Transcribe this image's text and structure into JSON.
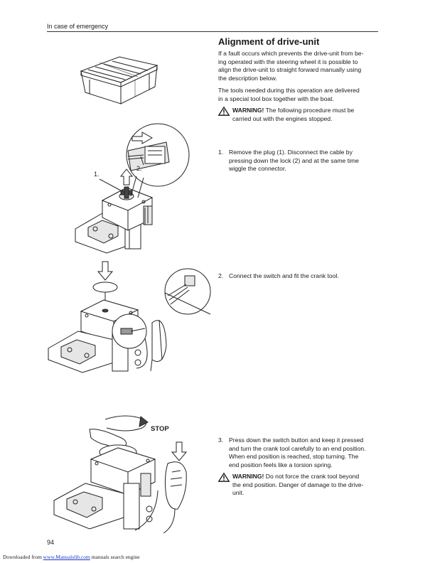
{
  "header": {
    "section": "In case of emergency"
  },
  "article": {
    "title": "Alignment of drive-unit",
    "intro_lines": [
      "If a fault occurs which prevents the drive-unit from be-",
      "ing operated with the steering wheel it is possible to",
      "align the drive-unit to straight forward manually using",
      "the description below."
    ],
    "tools_lines": [
      "The tools needed during this operation are delivered",
      "in a special tool box together with the boat."
    ],
    "warning1": {
      "label": "WARNING!",
      "line1": " The following procedure must be",
      "line2": "carried out with the engines stopped."
    },
    "steps": [
      {
        "num": "1.",
        "lines": [
          "Remove the plug (1). Disconnect the cable by",
          "pressing down the lock (2) and at the same time",
          "wiggle the connector."
        ]
      },
      {
        "num": "2.",
        "lines": [
          "Connect the switch and fit the crank tool."
        ]
      },
      {
        "num": "3.",
        "lines": [
          "Press down the switch button and keep it pressed",
          "and turn the crank tool carefully to an end position.",
          "When end position is reached, stop turning. The",
          "end position feels like a torsion spring."
        ]
      }
    ],
    "warning2": {
      "label": "WARNING!",
      "line1": " Do not force the crank tool beyond",
      "line2": "the end position. Danger of damage to the drive-",
      "line3": "unit."
    }
  },
  "figures": {
    "fig2_label_1": "1.",
    "fig2_label_2": "2.",
    "fig4_stop": "STOP"
  },
  "page_number": "94",
  "footer": {
    "prefix": "Downloaded from ",
    "link": "www.Manualslib.com",
    "suffix": " manuals search engine"
  }
}
